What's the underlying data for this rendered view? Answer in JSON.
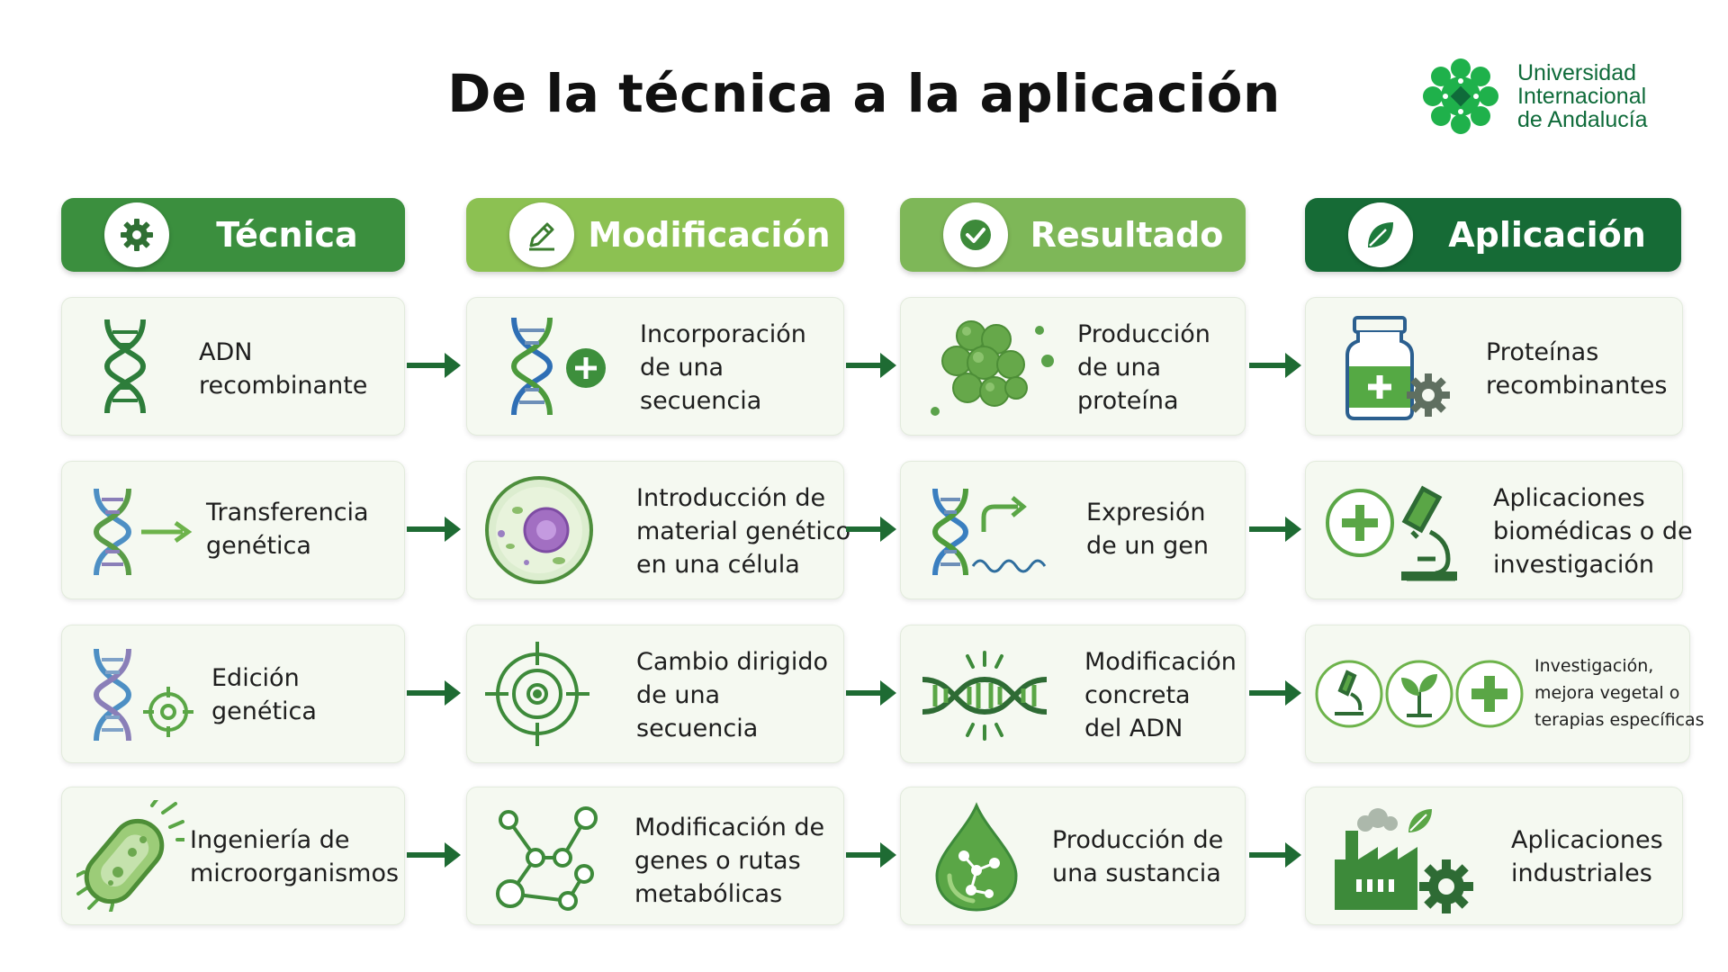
{
  "title": "De la técnica a la aplicación",
  "logo": {
    "lines": [
      "Universidad",
      "Internacional",
      "de Andalucía"
    ],
    "color": "#0f6b3a",
    "accent": "#1fb14b"
  },
  "colors": {
    "tecnica": "#3b8f3e",
    "modificacion": "#8cc152",
    "resultado": "#7eb758",
    "aplicacion": "#166b36",
    "arrow": "#1e6b33"
  },
  "headers": [
    {
      "label": "Técnica",
      "icon": "gear-icon"
    },
    {
      "label": "Modificación",
      "icon": "pencil-icon"
    },
    {
      "label": "Resultado",
      "icon": "check-icon"
    },
    {
      "label": "Aplicación",
      "icon": "leaf-icon"
    }
  ],
  "rows": [
    {
      "cells": [
        {
          "icon": "dna-icon",
          "lines": [
            "ADN",
            "recombinante"
          ]
        },
        {
          "icon": "dna-plus-icon",
          "lines": [
            "Incorporación",
            "de una",
            "secuencia"
          ]
        },
        {
          "icon": "protein-cluster-icon",
          "lines": [
            "Producción",
            "de una",
            "proteína"
          ]
        },
        {
          "icon": "vial-gear-icon",
          "lines": [
            "Proteínas",
            "recombinantes"
          ]
        }
      ]
    },
    {
      "cells": [
        {
          "icon": "dna-arrow-icon",
          "lines": [
            "Transferencia",
            "genética"
          ]
        },
        {
          "icon": "cell-icon",
          "lines": [
            "Introducción de",
            "material genético",
            "en una célula"
          ]
        },
        {
          "icon": "dna-expression-icon",
          "lines": [
            "Expresión",
            "de un gen"
          ]
        },
        {
          "icon": "medical-microscope-icon",
          "lines": [
            "Aplicaciones",
            "biomédicas o de",
            "investigación"
          ]
        }
      ]
    },
    {
      "cells": [
        {
          "icon": "dna-target-icon",
          "lines": [
            "Edición",
            "genética"
          ]
        },
        {
          "icon": "target-icon",
          "lines": [
            "Cambio dirigido",
            "de una",
            "secuencia"
          ]
        },
        {
          "icon": "dna-horizontal-icon",
          "lines": [
            "Modificación",
            "concreta",
            "del ADN"
          ]
        },
        {
          "icon": "three-circles-icon",
          "lines": [
            "Investigación,",
            "mejora vegetal o",
            "terapias específicas"
          ]
        }
      ]
    },
    {
      "cells": [
        {
          "icon": "bacterium-icon",
          "lines": [
            "Ingeniería de",
            "microorganismos"
          ]
        },
        {
          "icon": "network-icon",
          "lines": [
            "Modificación de",
            "genes o rutas",
            "metabólicas"
          ]
        },
        {
          "icon": "drop-molecule-icon",
          "lines": [
            "Producción de",
            "una sustancia"
          ]
        },
        {
          "icon": "factory-gear-icon",
          "lines": [
            "Aplicaciones",
            "industriales"
          ]
        }
      ]
    }
  ]
}
